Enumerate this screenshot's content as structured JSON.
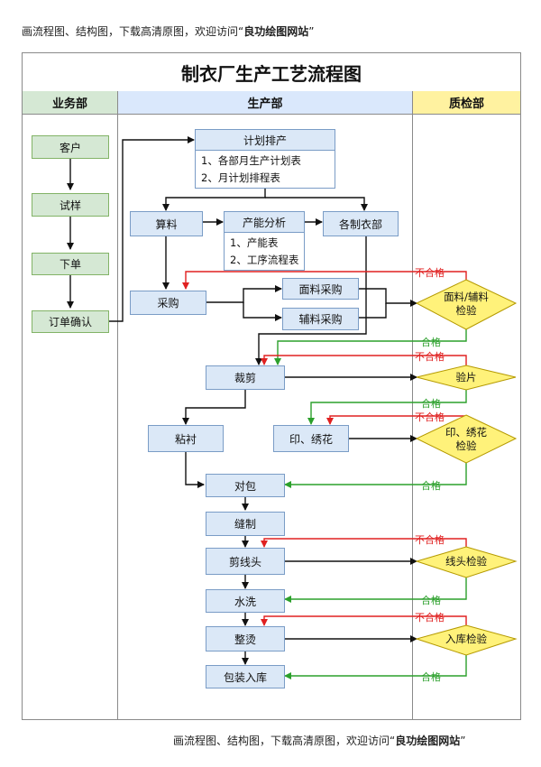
{
  "caption": {
    "text": "画流程图、结构图，下载高清原图，欢迎访问“",
    "site": "良功绘图网站",
    "close": "”"
  },
  "title": "制衣厂生产工艺流程图",
  "lanes": {
    "business": "业务部",
    "production": "生产部",
    "quality": "质检部"
  },
  "business": {
    "customer": "客户",
    "sample": "试样",
    "order": "下单",
    "confirm": "订单确认"
  },
  "production": {
    "plan_title": "计划排产",
    "plan_items": [
      "1、各部月生产计划表",
      "2、月计划排程表"
    ],
    "calc": "算料",
    "capacity_title": "产能分析",
    "capacity_items": [
      "1、产能表",
      "2、工序流程表"
    ],
    "depts": "各制衣部",
    "purchase": "采购",
    "fabric_purchase": "面料采购",
    "accessory_purchase": "辅料采购",
    "cutting": "裁剪",
    "fusing": "粘衬",
    "printing": "印、绣花",
    "bundling": "对包",
    "sewing": "缝制",
    "trimming": "剪线头",
    "washing": "水洗",
    "ironing": "整烫",
    "packing": "包装入库"
  },
  "quality": {
    "fabric_check": "面料/辅料\n检验",
    "piece_check": "验片",
    "print_check": "印、绣花\n检验",
    "thread_check": "线头检验",
    "storage_check": "入库检验"
  },
  "labels": {
    "pass": "合格",
    "fail": "不合格"
  },
  "colors": {
    "pass": "#2ca02c",
    "fail": "#e02020",
    "box_fill": "#dbe8f7",
    "green_box": "#d5e8d4",
    "diamond": "#fff27a",
    "lane_business": "#d5e8d4",
    "lane_production": "#dae8fc",
    "lane_quality": "#fff2a0"
  }
}
